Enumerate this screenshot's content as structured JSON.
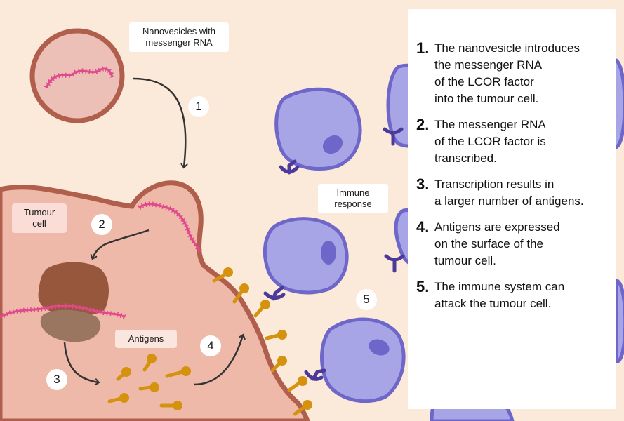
{
  "labels": {
    "nanovesicles": "Nanovesicles with\nmessenger RNA",
    "tumour_cell": "Tumour\ncell",
    "antigens": "Antigens",
    "immune_response": "Immune\nresponse"
  },
  "badges": [
    "1",
    "2",
    "3",
    "4",
    "5"
  ],
  "steps": [
    {
      "num": "1.",
      "text": "The nanovesicle introduces\nthe messenger RNA\nof the LCOR factor\ninto the tumour cell."
    },
    {
      "num": "2.",
      "text": "The messenger RNA\nof the LCOR factor is\ntranscribed."
    },
    {
      "num": "3.",
      "text": "Transcription results in\na larger number of antigens."
    },
    {
      "num": "4.",
      "text": "Antigens are expressed\non the surface of the\ntumour cell."
    },
    {
      "num": "5.",
      "text": "The immune system can\nattack the tumour cell."
    }
  ],
  "colors": {
    "background": "#fbe9da",
    "tumour_fill": "#eeb9a8",
    "tumour_border": "#b05f4c",
    "rna": "#e2498c",
    "antigen": "#d4920e",
    "immune_fill": "#a8a5e6",
    "immune_border": "#6e66c8",
    "receptor": "#4b3a9a",
    "nucleus_dark": "#97573d",
    "nucleus_light": "#9a7660"
  }
}
